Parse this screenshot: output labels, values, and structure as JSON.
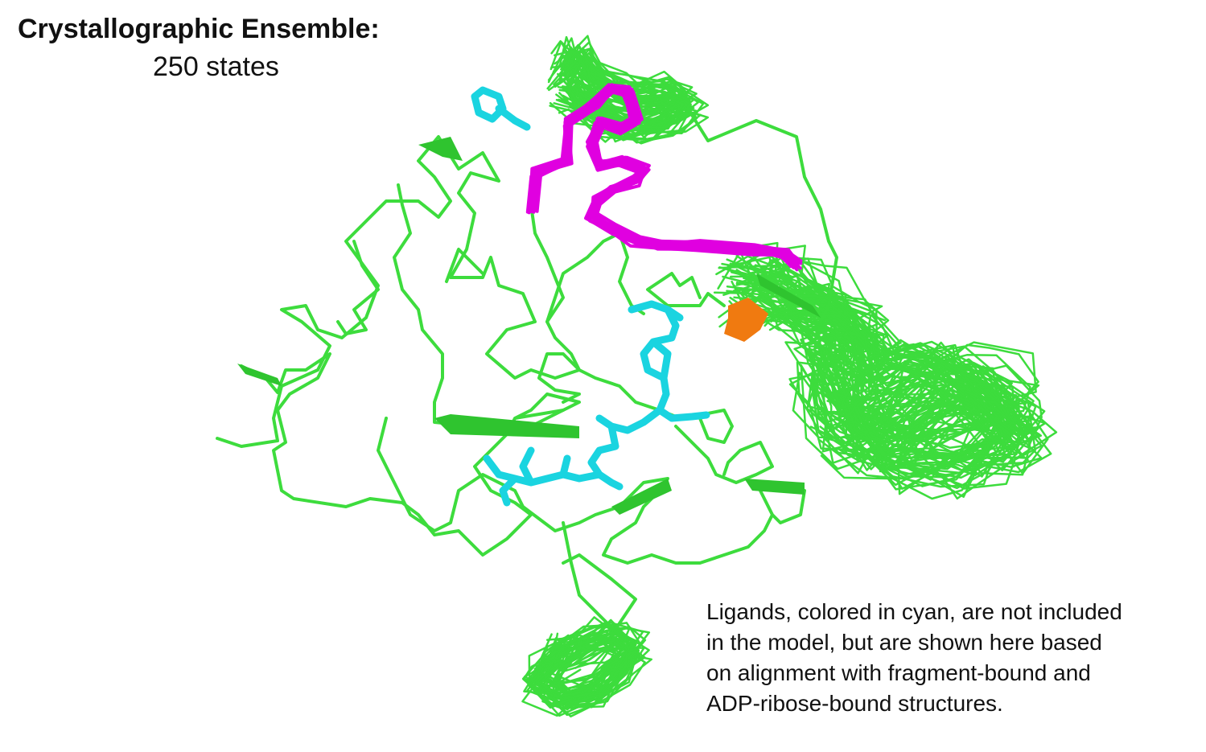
{
  "title": "Crystallographic Ensemble:",
  "subtitle": "250 states",
  "caption_lines": [
    "Ligands, colored in cyan, are not included",
    "in the model, but are shown here based",
    "on alignment with fragment-bound and",
    "ADP-ribose-bound structures."
  ],
  "colors": {
    "backbone": "#3ddc3d",
    "backbone_dark": "#1f9a1f",
    "loop_highlight": "#e000e0",
    "residue_highlight": "#f07a10",
    "ligand": "#1ad4e0"
  }
}
